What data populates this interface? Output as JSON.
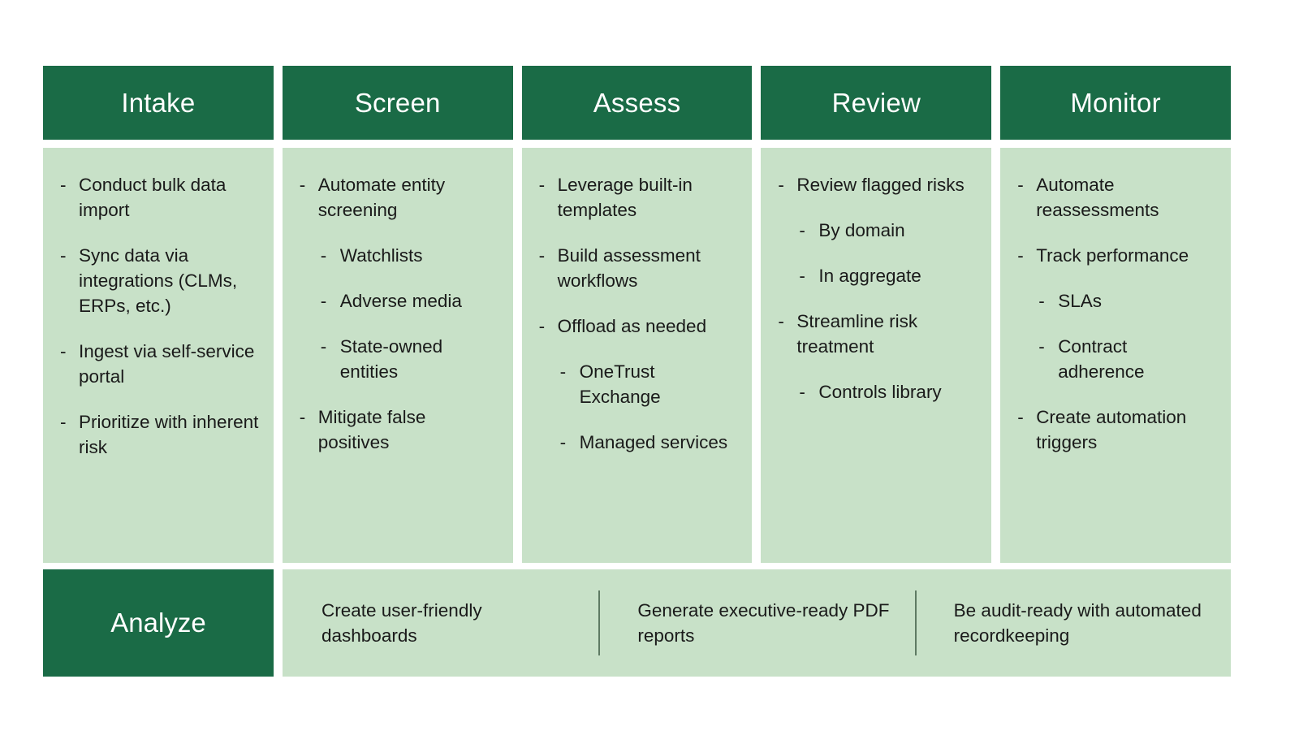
{
  "theme": {
    "header_green": "#1a6b46",
    "panel_green": "#c8e1c8",
    "text_color": "#1a1a1a",
    "divider_color": "#5e7a63",
    "header_text_color": "#ffffff"
  },
  "stages": [
    {
      "title": "Intake",
      "items": [
        {
          "level": 1,
          "text": "Conduct bulk data import"
        },
        {
          "level": 1,
          "text": "Sync data via integrations (CLMs, ERPs, etc.)"
        },
        {
          "level": 1,
          "text": "Ingest via self-service portal"
        },
        {
          "level": 1,
          "text": "Prioritize with inherent risk"
        }
      ]
    },
    {
      "title": "Screen",
      "items": [
        {
          "level": 1,
          "text": "Automate entity screening"
        },
        {
          "level": 2,
          "text": "Watchlists"
        },
        {
          "level": 2,
          "text": "Adverse media"
        },
        {
          "level": 2,
          "text": "State-owned entities"
        },
        {
          "level": 1,
          "text": "Mitigate false positives"
        }
      ]
    },
    {
      "title": "Assess",
      "items": [
        {
          "level": 1,
          "text": "Leverage built-in templates"
        },
        {
          "level": 1,
          "text": "Build assessment workflows"
        },
        {
          "level": 1,
          "text": "Offload as needed"
        },
        {
          "level": 2,
          "text": "OneTrust Exchange"
        },
        {
          "level": 2,
          "text": "Managed services"
        }
      ]
    },
    {
      "title": "Review",
      "items": [
        {
          "level": 1,
          "text": "Review flagged risks"
        },
        {
          "level": 2,
          "text": "By domain"
        },
        {
          "level": 2,
          "text": "In aggregate"
        },
        {
          "level": 1,
          "text": "Streamline risk treatment"
        },
        {
          "level": 2,
          "text": "Controls library"
        }
      ]
    },
    {
      "title": "Monitor",
      "items": [
        {
          "level": 1,
          "text": "Automate reassessments"
        },
        {
          "level": 1,
          "text": "Track performance"
        },
        {
          "level": 2,
          "text": "SLAs"
        },
        {
          "level": 2,
          "text": "Contract adherence"
        },
        {
          "level": 1,
          "text": "Create automation triggers"
        }
      ]
    }
  ],
  "analyze": {
    "label": "Analyze",
    "items": [
      "Create user-friendly dashboards",
      "Generate executive-ready PDF reports",
      "Be audit-ready with automated recordkeeping"
    ]
  }
}
